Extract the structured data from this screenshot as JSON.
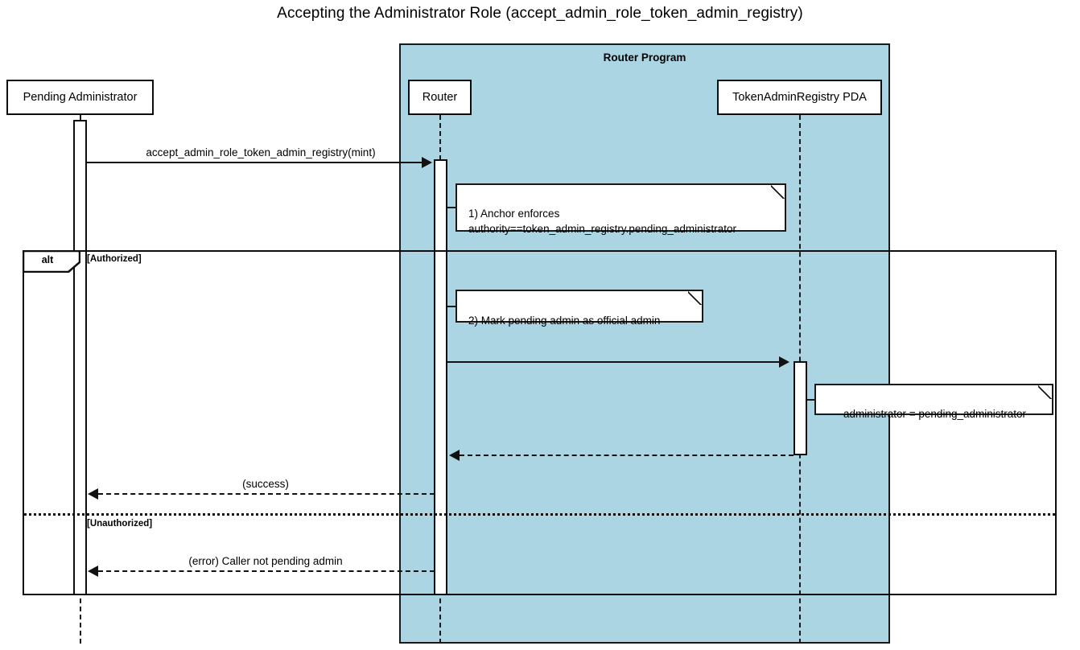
{
  "diagram": {
    "title": "Accepting the Administrator Role (accept_admin_role_token_admin_registry)",
    "type": "sequence-diagram",
    "colors": {
      "group_fill": "#ACD5E3",
      "stroke": "#111111",
      "note_fill": "#FFFFFF",
      "participant_fill": "#FFFFFF",
      "background": "#FFFFFF"
    }
  },
  "group": {
    "label": "Router Program"
  },
  "participants": [
    {
      "id": "pending-administrator",
      "label": "Pending Administrator"
    },
    {
      "id": "router",
      "label": "Router"
    },
    {
      "id": "token-admin-registry-pda",
      "label": "TokenAdminRegistry PDA"
    }
  ],
  "messages": [
    {
      "id": "m1",
      "label": "accept_admin_role_token_admin_registry(mint)",
      "from": "pending-administrator",
      "to": "router",
      "style": "solid",
      "direction": "right"
    },
    {
      "id": "m2",
      "label": "",
      "from": "router",
      "to": "token-admin-registry-pda",
      "style": "solid",
      "direction": "right"
    },
    {
      "id": "m3",
      "label": "",
      "from": "token-admin-registry-pda",
      "to": "router",
      "style": "dashed",
      "direction": "left"
    },
    {
      "id": "m4",
      "label": "(success)",
      "from": "router",
      "to": "pending-administrator",
      "style": "dashed",
      "direction": "left"
    },
    {
      "id": "m5",
      "label": "(error) Caller not pending admin",
      "from": "router",
      "to": "pending-administrator",
      "style": "dashed",
      "direction": "left"
    }
  ],
  "notes": [
    {
      "id": "note-anchor-enforces",
      "text": "1) Anchor enforces\nauthority==token_admin_registry.pending_administrator",
      "attached_to": "router"
    },
    {
      "id": "note-mark-pending-admin",
      "text": "2) Mark pending admin as official admin",
      "attached_to": "router"
    },
    {
      "id": "note-administrator-assign",
      "text": "administrator = pending_administrator",
      "attached_to": "token-admin-registry-pda"
    }
  ],
  "fragment": {
    "operator": "alt",
    "guards": [
      {
        "id": "guard-authorized",
        "label": "[Authorized]"
      },
      {
        "id": "guard-unauthorized",
        "label": "[Unauthorized]"
      }
    ]
  }
}
